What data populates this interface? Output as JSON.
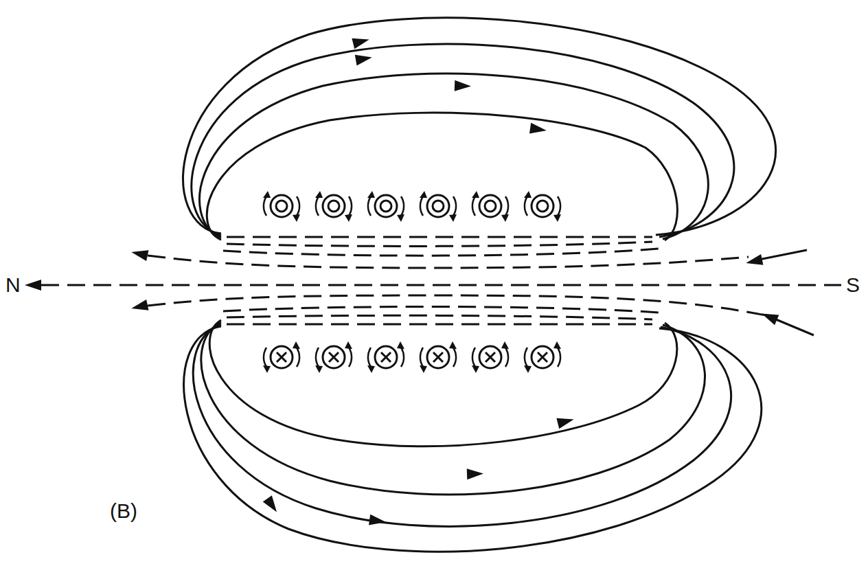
{
  "diagram": {
    "labels": [
      "N",
      "S",
      "(B)"
    ]
  }
}
